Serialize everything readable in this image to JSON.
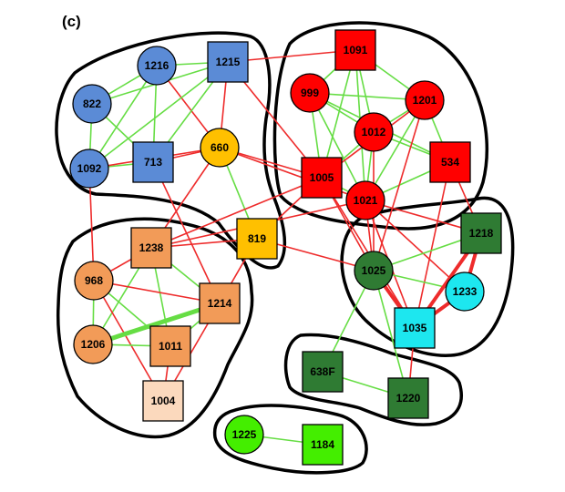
{
  "panel_label": "(c)",
  "colors": {
    "blue": "#5b8bd6",
    "orange": "#f29b58",
    "peach": "#fbd9bd",
    "yellow": "#ffc000",
    "red": "#ff0000",
    "dark_green": "#2f7b33",
    "cyan": "#1de7ef",
    "lime": "#44ee00",
    "edge_red": "#ee2b2b",
    "edge_green": "#66dd44",
    "outline": "#000000"
  },
  "nodes": [
    {
      "id": "1216",
      "label": "1216",
      "shape": "circle",
      "color": "blue"
    },
    {
      "id": "1215",
      "label": "1215",
      "shape": "square",
      "color": "blue"
    },
    {
      "id": "822",
      "label": "822",
      "shape": "circle",
      "color": "blue"
    },
    {
      "id": "1092",
      "label": "1092",
      "shape": "circle",
      "color": "blue"
    },
    {
      "id": "713",
      "label": "713",
      "shape": "square",
      "color": "blue"
    },
    {
      "id": "660",
      "label": "660",
      "shape": "circle",
      "color": "yellow"
    },
    {
      "id": "819",
      "label": "819",
      "shape": "square",
      "color": "yellow"
    },
    {
      "id": "1091",
      "label": "1091",
      "shape": "square",
      "color": "red"
    },
    {
      "id": "999",
      "label": "999",
      "shape": "circle",
      "color": "red"
    },
    {
      "id": "1201",
      "label": "1201",
      "shape": "circle",
      "color": "red"
    },
    {
      "id": "1012",
      "label": "1012",
      "shape": "circle",
      "color": "red"
    },
    {
      "id": "1005",
      "label": "1005",
      "shape": "square",
      "color": "red"
    },
    {
      "id": "534",
      "label": "534",
      "shape": "square",
      "color": "red"
    },
    {
      "id": "1021",
      "label": "1021",
      "shape": "circle",
      "color": "red"
    },
    {
      "id": "1238",
      "label": "1238",
      "shape": "square",
      "color": "orange"
    },
    {
      "id": "968",
      "label": "968",
      "shape": "circle",
      "color": "orange"
    },
    {
      "id": "1214",
      "label": "1214",
      "shape": "square",
      "color": "orange"
    },
    {
      "id": "1206",
      "label": "1206",
      "shape": "circle",
      "color": "orange"
    },
    {
      "id": "1011",
      "label": "1011",
      "shape": "square",
      "color": "orange"
    },
    {
      "id": "1004",
      "label": "1004",
      "shape": "square",
      "color": "peach"
    },
    {
      "id": "1218",
      "label": "1218",
      "shape": "square",
      "color": "dark_green"
    },
    {
      "id": "1025",
      "label": "1025",
      "shape": "circle",
      "color": "dark_green"
    },
    {
      "id": "1233",
      "label": "1233",
      "shape": "circle",
      "color": "cyan"
    },
    {
      "id": "1035",
      "label": "1035",
      "shape": "square",
      "color": "cyan"
    },
    {
      "id": "638F",
      "label": "638F",
      "shape": "square",
      "color": "dark_green"
    },
    {
      "id": "1220",
      "label": "1220",
      "shape": "square",
      "color": "dark_green"
    },
    {
      "id": "1225",
      "label": "1225",
      "shape": "circle",
      "color": "lime"
    },
    {
      "id": "1184",
      "label": "1184",
      "shape": "square",
      "color": "lime"
    }
  ],
  "edges": [
    {
      "a": "1216",
      "b": "1215",
      "c": "green"
    },
    {
      "a": "1216",
      "b": "822",
      "c": "green"
    },
    {
      "a": "1216",
      "b": "1092",
      "c": "green"
    },
    {
      "a": "1216",
      "b": "713",
      "c": "green"
    },
    {
      "a": "1216",
      "b": "660",
      "c": "red"
    },
    {
      "a": "1215",
      "b": "822",
      "c": "green"
    },
    {
      "a": "1215",
      "b": "1092",
      "c": "green"
    },
    {
      "a": "1215",
      "b": "713",
      "c": "green"
    },
    {
      "a": "1215",
      "b": "660",
      "c": "red"
    },
    {
      "a": "1215",
      "b": "1091",
      "c": "red"
    },
    {
      "a": "1215",
      "b": "1005",
      "c": "red"
    },
    {
      "a": "822",
      "b": "1092",
      "c": "green"
    },
    {
      "a": "822",
      "b": "713",
      "c": "green"
    },
    {
      "a": "1092",
      "b": "713",
      "c": "green"
    },
    {
      "a": "1092",
      "b": "660",
      "c": "red"
    },
    {
      "a": "1092",
      "b": "968",
      "c": "red"
    },
    {
      "a": "713",
      "b": "660",
      "c": "red"
    },
    {
      "a": "713",
      "b": "1214",
      "c": "red"
    },
    {
      "a": "660",
      "b": "1238",
      "c": "red"
    },
    {
      "a": "660",
      "b": "1005",
      "c": "red"
    },
    {
      "a": "660",
      "b": "1021",
      "c": "red"
    },
    {
      "a": "660",
      "b": "819",
      "c": "green"
    },
    {
      "a": "1091",
      "b": "999",
      "c": "green"
    },
    {
      "a": "1091",
      "b": "1201",
      "c": "green"
    },
    {
      "a": "1091",
      "b": "1012",
      "c": "green"
    },
    {
      "a": "1091",
      "b": "1005",
      "c": "green"
    },
    {
      "a": "1091",
      "b": "1021",
      "c": "green"
    },
    {
      "a": "999",
      "b": "1012",
      "c": "green"
    },
    {
      "a": "999",
      "b": "1201",
      "c": "green"
    },
    {
      "a": "999",
      "b": "1005",
      "c": "green"
    },
    {
      "a": "999",
      "b": "534",
      "c": "green"
    },
    {
      "a": "999",
      "b": "1021",
      "c": "green"
    },
    {
      "a": "1201",
      "b": "1012",
      "c": "green"
    },
    {
      "a": "1201",
      "b": "534",
      "c": "green"
    },
    {
      "a": "1201",
      "b": "1021",
      "c": "green"
    },
    {
      "a": "1201",
      "b": "1005",
      "c": "red"
    },
    {
      "a": "1012",
      "b": "1005",
      "c": "green"
    },
    {
      "a": "1012",
      "b": "534",
      "c": "green"
    },
    {
      "a": "1012",
      "b": "1021",
      "c": "green"
    },
    {
      "a": "1005",
      "b": "1021",
      "c": "green"
    },
    {
      "a": "534",
      "b": "1021",
      "c": "green"
    },
    {
      "a": "1005",
      "b": "819",
      "c": "red"
    },
    {
      "a": "1005",
      "b": "1238",
      "c": "red"
    },
    {
      "a": "1005",
      "b": "1025",
      "c": "red"
    },
    {
      "a": "1005",
      "b": "1035",
      "c": "red"
    },
    {
      "a": "1021",
      "b": "1025",
      "c": "red"
    },
    {
      "a": "1021",
      "b": "1035",
      "c": "red"
    },
    {
      "a": "1021",
      "b": "1218",
      "c": "red"
    },
    {
      "a": "1021",
      "b": "1233",
      "c": "red"
    },
    {
      "a": "1021",
      "b": "1238",
      "c": "red"
    },
    {
      "a": "534",
      "b": "1218",
      "c": "red"
    },
    {
      "a": "534",
      "b": "1035",
      "c": "red"
    },
    {
      "a": "1201",
      "b": "1025",
      "c": "red"
    },
    {
      "a": "1012",
      "b": "1025",
      "c": "red"
    },
    {
      "a": "819",
      "b": "1214",
      "c": "red"
    },
    {
      "a": "819",
      "b": "1025",
      "c": "red"
    },
    {
      "a": "819",
      "b": "1238",
      "c": "red"
    },
    {
      "a": "1238",
      "b": "968",
      "c": "red"
    },
    {
      "a": "1238",
      "b": "1214",
      "c": "green"
    },
    {
      "a": "1238",
      "b": "1206",
      "c": "green"
    },
    {
      "a": "1238",
      "b": "1011",
      "c": "green"
    },
    {
      "a": "968",
      "b": "1214",
      "c": "red"
    },
    {
      "a": "968",
      "b": "1206",
      "c": "green"
    },
    {
      "a": "968",
      "b": "1011",
      "c": "green"
    },
    {
      "a": "968",
      "b": "1004",
      "c": "red"
    },
    {
      "a": "1214",
      "b": "1206",
      "c": "green",
      "w": 5
    },
    {
      "a": "1214",
      "b": "1011",
      "c": "green"
    },
    {
      "a": "1214",
      "b": "1004",
      "c": "red"
    },
    {
      "a": "1206",
      "b": "1011",
      "c": "green"
    },
    {
      "a": "1011",
      "b": "1004",
      "c": "red"
    },
    {
      "a": "1025",
      "b": "1218",
      "c": "green"
    },
    {
      "a": "1025",
      "b": "1233",
      "c": "green"
    },
    {
      "a": "1025",
      "b": "1035",
      "c": "red",
      "w": 4
    },
    {
      "a": "1025",
      "b": "638F",
      "c": "green"
    },
    {
      "a": "1218",
      "b": "1233",
      "c": "red",
      "w": 4
    },
    {
      "a": "1218",
      "b": "1035",
      "c": "red",
      "w": 4
    },
    {
      "a": "1233",
      "b": "1035",
      "c": "red",
      "w": 4
    },
    {
      "a": "1035",
      "b": "1220",
      "c": "red"
    },
    {
      "a": "1025",
      "b": "1220",
      "c": "green"
    },
    {
      "a": "638F",
      "b": "1220",
      "c": "green"
    },
    {
      "a": "1225",
      "b": "1184",
      "c": "green"
    }
  ]
}
